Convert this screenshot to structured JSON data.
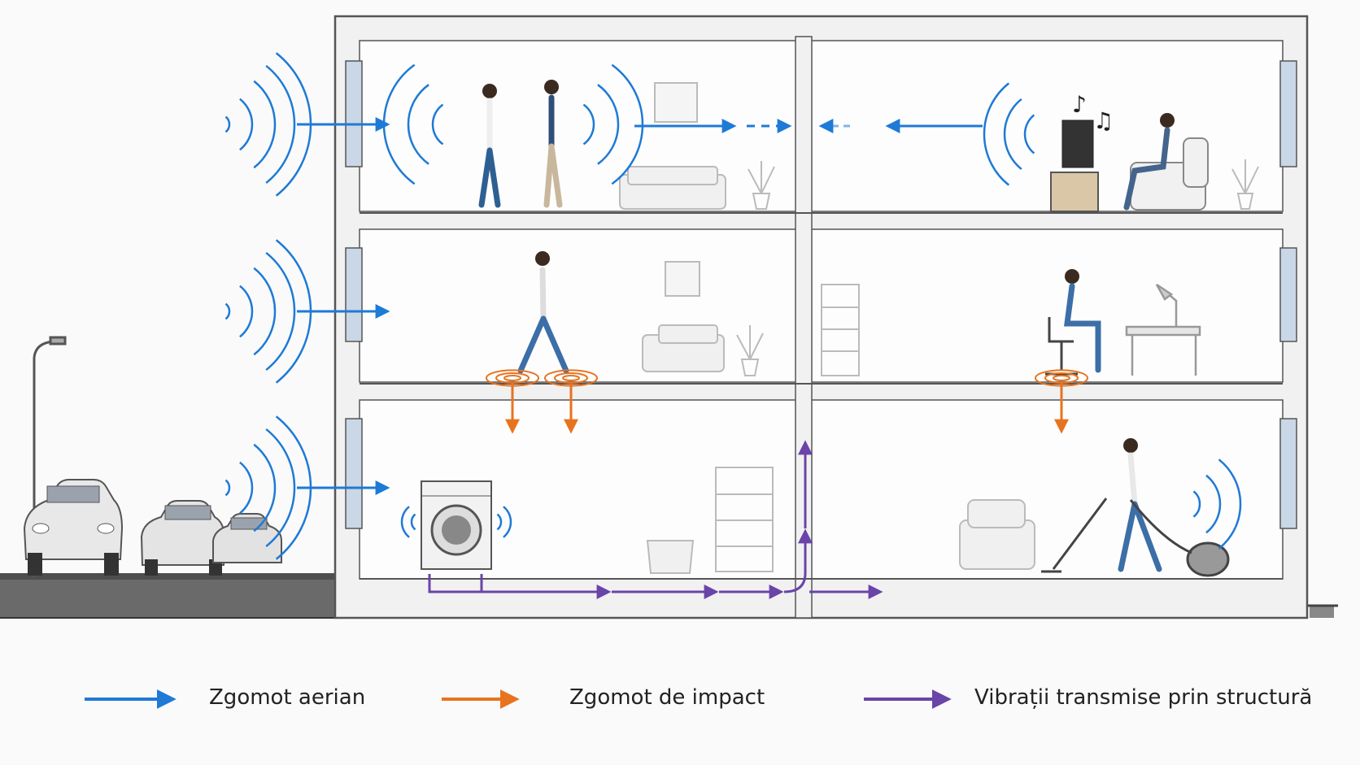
{
  "legend": {
    "airborne": {
      "label": "Zgomot aerian",
      "color": "#1e7ad6"
    },
    "impact": {
      "label": "Zgomot de impact",
      "color": "#e8731f"
    },
    "structure": {
      "label": "Vibrații transmise prin structură",
      "color": "#6a44a8"
    }
  },
  "icons": [
    "street-lamp-icon",
    "car-icon",
    "person-icon",
    "tv-icon",
    "music-note-icon",
    "armchair-icon",
    "sofa-icon",
    "plant-icon",
    "picture-frame-icon",
    "bookshelf-icon",
    "desk-lamp-icon",
    "office-chair-icon",
    "washing-machine-icon",
    "laundry-basket-icon",
    "shelf-icon",
    "vacuum-cleaner-icon",
    "window-icon"
  ],
  "colors": {
    "wall": "#f1f1f1",
    "wall_stroke": "#555555",
    "furniture": "#cfcfcf",
    "ground": "#555555"
  }
}
